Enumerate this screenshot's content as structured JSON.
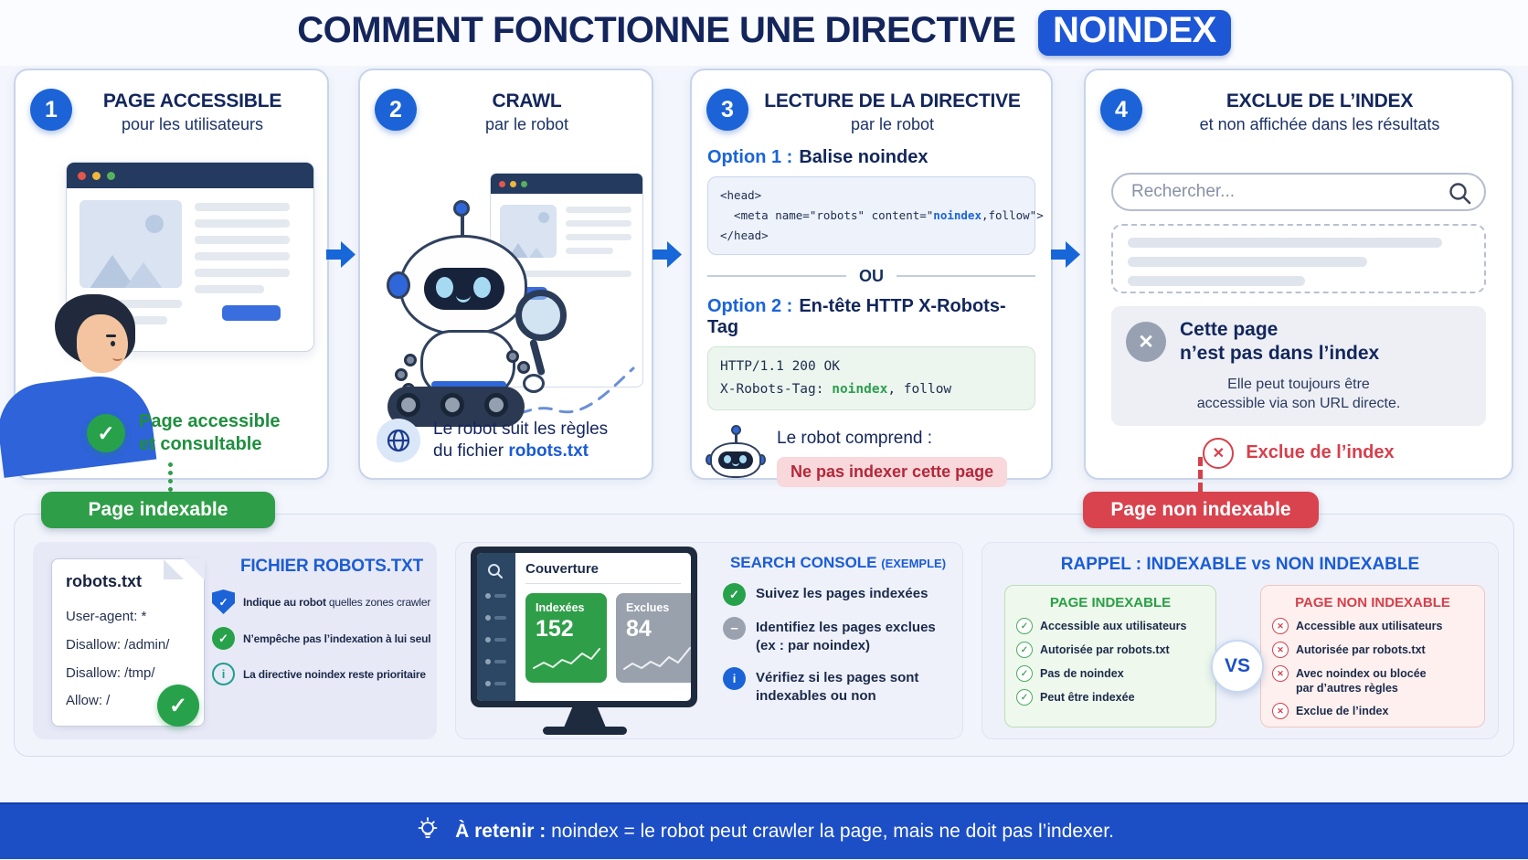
{
  "colors": {
    "accent_blue": "#1d57d6",
    "navy": "#14255c",
    "green": "#2f9e48",
    "red": "#d9434e",
    "panel_lavender": "#e8e9f7",
    "code_token_blue": "#1a64da",
    "code_token_green": "#2e9e50"
  },
  "header": {
    "title": "COMMENT FONCTIONNE UNE DIRECTIVE",
    "badge": "NOINDEX"
  },
  "step1": {
    "number": "1",
    "title": "PAGE ACCESSIBLE",
    "subtitle": "pour les utilisateurs",
    "status": "Page accessible\net consultable",
    "check_glyph": "✓"
  },
  "step2": {
    "number": "2",
    "title": "CRAWL",
    "subtitle": "par le robot",
    "caption_prefix": "Le robot suit les règles\ndu fichier ",
    "caption_highlight": "robots.txt"
  },
  "step3": {
    "number": "3",
    "title": "LECTURE DE LA DIRECTIVE",
    "subtitle": "par le robot",
    "option1_label": "Option 1 :",
    "option1_title": "Balise noindex",
    "code1_line1": "<head>",
    "code1_line2_pre": "  <meta name=\"robots\" content=\"",
    "code1_line2_token": "noindex",
    "code1_line2_post": ",follow\">",
    "code1_line3": "</head>",
    "divider": "OU",
    "option2_label": "Option 2 :",
    "option2_title": "En-tête HTTP X-Robots-Tag",
    "code2_line1": "HTTP/1.1 200 OK",
    "code2_line2_pre": "X-Robots-Tag: ",
    "code2_line2_token": "noindex",
    "code2_line2_post": ", follow",
    "robot_caption": "Le robot comprend :",
    "robot_badge": "Ne pas indexer cette page"
  },
  "step4": {
    "number": "4",
    "title": "EXCLUE DE L’INDEX",
    "subtitle": "et non affichée dans les résultats",
    "search_placeholder": "Rechercher...",
    "card_title": "Cette page\nn’est pas dans l’index",
    "card_sub": "Elle peut toujours être\naccessible via son URL directe.",
    "excluded": "Exclue de l’index",
    "x_glyph": "✕"
  },
  "badges": {
    "indexable": "Page indexable",
    "non_indexable": "Page non indexable"
  },
  "robots_panel": {
    "heading": "FICHIER ROBOTS.TXT",
    "file_name": "robots.txt",
    "file_lines": "User-agent: *\nDisallow: /admin/\nDisallow: /tmp/\nAllow: /",
    "item1_bold": "Indique au robot",
    "item1_rest": " quelles zones crawler",
    "item2": "N’empêche pas l’indexation à lui seul",
    "item3": "La directive noindex reste prioritaire",
    "check_glyph": "✓",
    "info_glyph": "i"
  },
  "console_panel": {
    "heading": "SEARCH CONSOLE ",
    "heading_suffix": "(EXEMPLE)",
    "screen_title": "Couverture",
    "stat1_label": "Indexées",
    "stat1_value": "152",
    "stat2_label": "Exclues",
    "stat2_value": "84",
    "item1": "Suivez les pages indexées",
    "item2": "Identifiez les pages exclues\n(ex : par noindex)",
    "item3": "Vérifiez si les pages sont\nindexables ou non",
    "minus_glyph": "–",
    "info_glyph": "i",
    "check_glyph": "✓"
  },
  "rappel_panel": {
    "heading": "RAPPEL : INDEXABLE vs NON INDEXABLE",
    "vs": "VS",
    "indexable_title": "PAGE INDEXABLE",
    "indexable_items": [
      "Accessible aux utilisateurs",
      "Autorisée par robots.txt",
      "Pas de noindex",
      "Peut être indexée"
    ],
    "non_indexable_title": "PAGE NON INDEXABLE",
    "non_indexable_items": [
      "Accessible aux utilisateurs",
      "Autorisée par robots.txt",
      "Avec noindex ou blocée\npar d’autres règles",
      "Exclue de l’index"
    ],
    "check_glyph": "✓",
    "x_glyph": "✕"
  },
  "footer": {
    "bold": "À retenir :",
    "text": " noindex = le robot peut crawler la page, mais ne doit pas l’indexer."
  }
}
